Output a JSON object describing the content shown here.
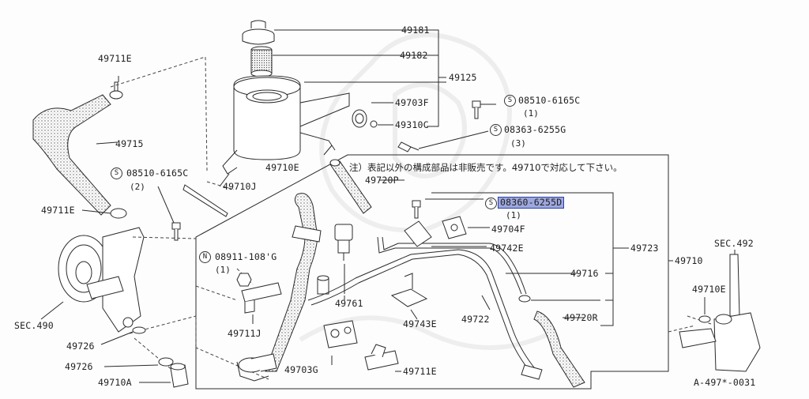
{
  "labels": {
    "p49181": "49181",
    "p49182": "49182",
    "p49125": "49125",
    "p49703F": "49703F",
    "p49310C": "49310C",
    "p49710E_a": "49710E",
    "p49710J": "49710J",
    "p49711E_a": "49711E",
    "p49715": "49715",
    "p49711E_b": "49711E",
    "sec490": "SEC.490",
    "p49726_a": "49726",
    "p49726_b": "49726",
    "p49710A": "49710A",
    "p49720P": "49720P",
    "p49704F": "49704F",
    "p49742E": "49742E",
    "p49723": "49723",
    "p49710": "49710",
    "sec492": "SEC.492",
    "p49710E_b": "49710E",
    "p49716": "49716",
    "p49720R": "49720R",
    "p49722": "49722",
    "p49743E": "49743E",
    "p49761": "49761",
    "p49711J": "49711J",
    "p49703G": "49703G",
    "p49711E_c": "49711E",
    "diagram_code": "A-497*-0031"
  },
  "fasteners": {
    "f1": {
      "badge": "S",
      "part": "08510-6165C",
      "qty": "(1)"
    },
    "f2": {
      "badge": "S",
      "part": "08363-6255G",
      "qty": "(3)"
    },
    "f3": {
      "badge": "S",
      "part": "08510-6165C",
      "qty": "(2)"
    },
    "f4": {
      "badge": "S",
      "part": "08360-6255D",
      "qty": "(1)",
      "highlighted": true
    },
    "f5": {
      "badge": "N",
      "part": "08911-108'G",
      "qty": "(1)"
    }
  },
  "note": "注）表記以外の構成部品は非販売です。49710で対応して下さい。",
  "colors": {
    "highlight": "#9da8dd",
    "highlight_border": "#2c3fa8",
    "line": "#2a2a2a"
  }
}
